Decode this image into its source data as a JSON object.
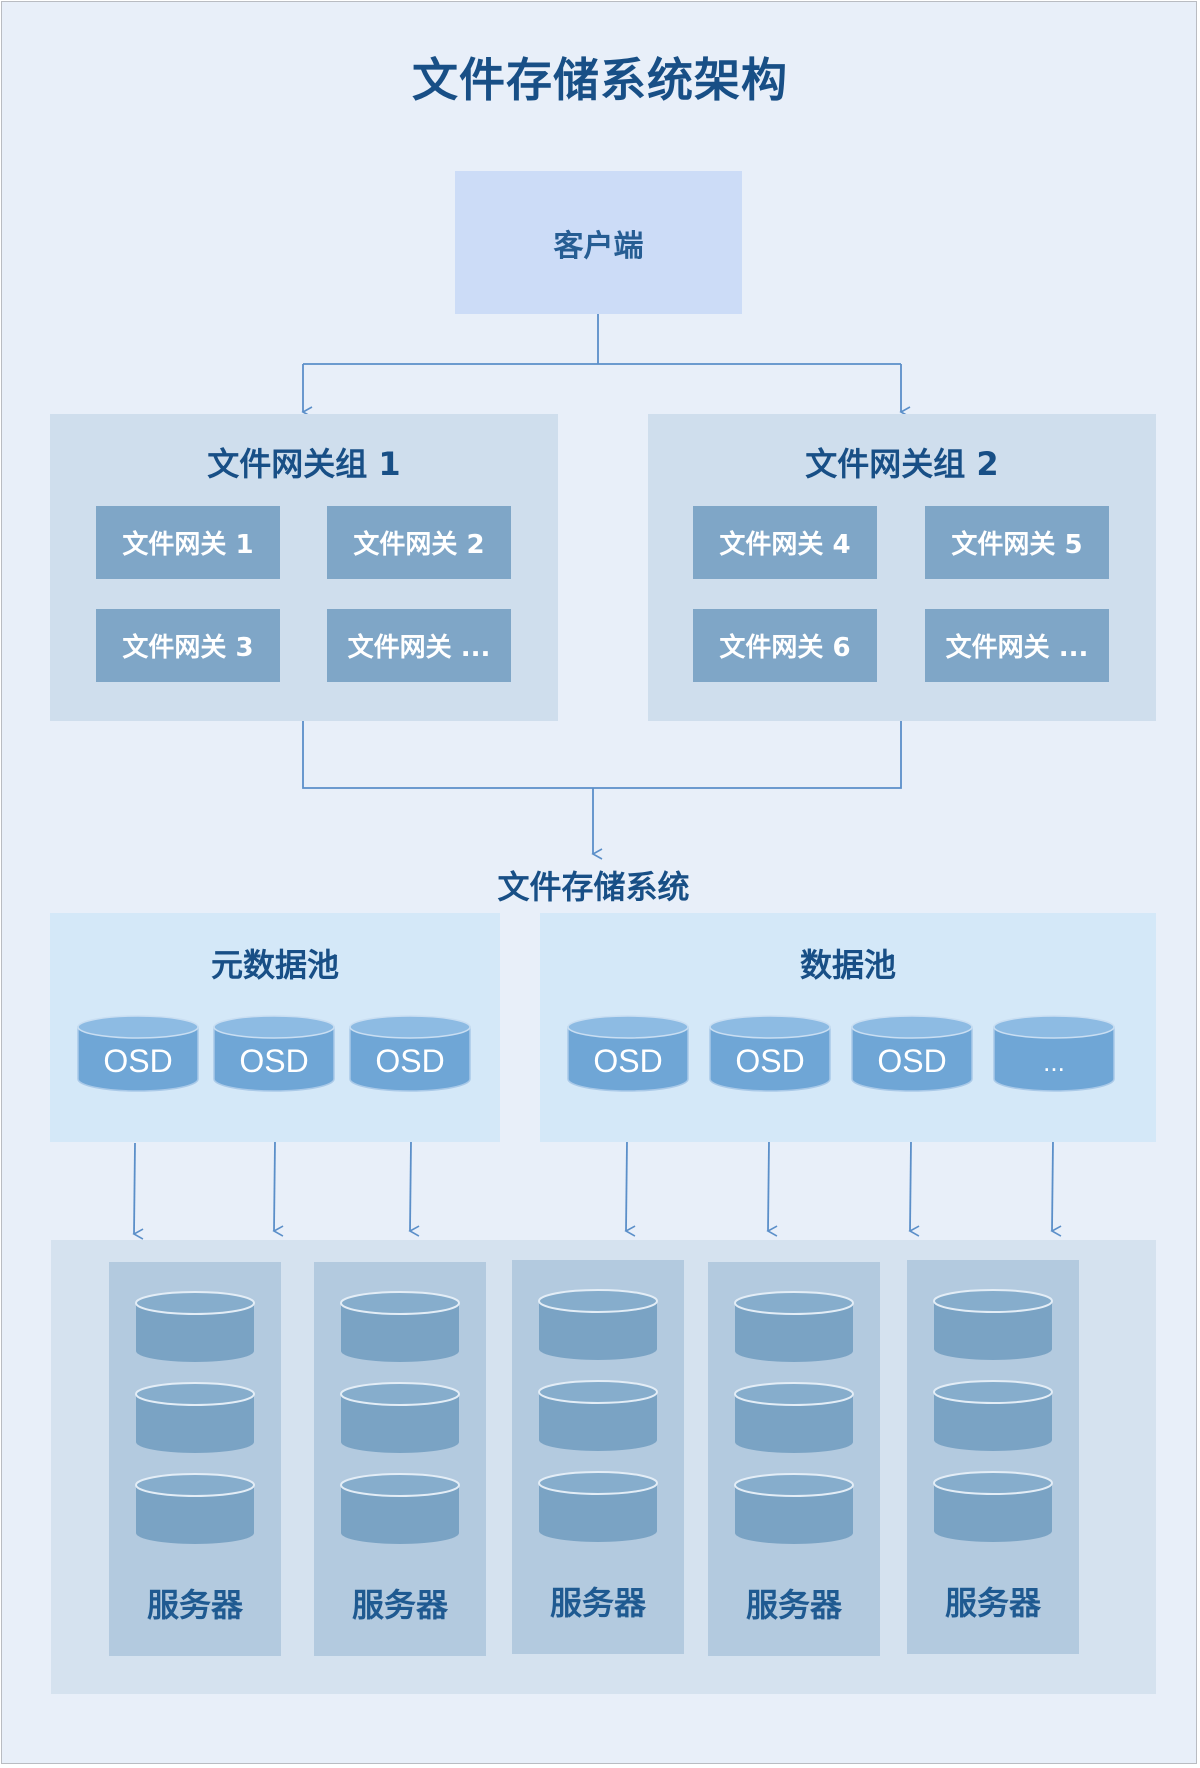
{
  "title": "文件存储系统架构",
  "client": {
    "label": "客户端"
  },
  "gateway_groups": [
    {
      "title": "文件网关组 1",
      "gateways": [
        "文件网关 1",
        "文件网关 2",
        "文件网关 3",
        "文件网关 ..."
      ]
    },
    {
      "title": "文件网关组 2",
      "gateways": [
        "文件网关 4",
        "文件网关 5",
        "文件网关 6",
        "文件网关 ..."
      ]
    }
  ],
  "file_storage_system": {
    "label": "文件存储系统"
  },
  "pools": [
    {
      "title": "元数据池",
      "osds": [
        "OSD",
        "OSD",
        "OSD"
      ]
    },
    {
      "title": "数据池",
      "osds": [
        "OSD",
        "OSD",
        "OSD",
        "..."
      ]
    }
  ],
  "servers": [
    {
      "label": "服务器",
      "disk_count": 3
    },
    {
      "label": "服务器",
      "disk_count": 3
    },
    {
      "label": "服务器",
      "disk_count": 3
    },
    {
      "label": "服务器",
      "disk_count": 3
    },
    {
      "label": "服务器",
      "disk_count": 3
    }
  ],
  "colors": {
    "background": "#e8eff9",
    "title": "#184f86",
    "client_box": "#ccdcf7",
    "gateway_group": "#cfdeed",
    "gateway": "#7fa6c7",
    "pool": "#d4e8f8",
    "osd_body": "#6fa6d6",
    "server": "#b3cadf",
    "server_disk": "#7aa3c4",
    "arrow": "#5b8fc9"
  }
}
